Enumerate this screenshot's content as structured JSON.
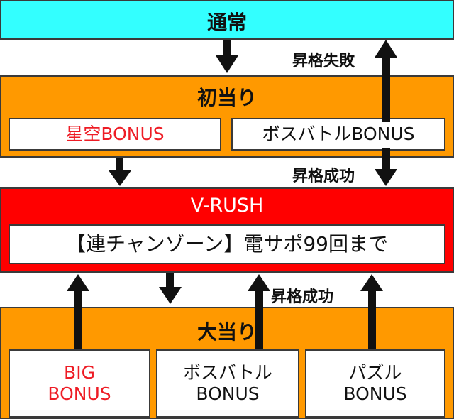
{
  "colors": {
    "normal_bg": "#33ffff",
    "hit_bg": "#ff9900",
    "rush_bg": "#ff0000",
    "red_text": "#ee1c25"
  },
  "normal": {
    "title": "通常"
  },
  "first_hit": {
    "title": "初当り",
    "items": [
      "星空BONUS",
      "ボスバトルBONUS"
    ]
  },
  "vrush": {
    "title": "V-RUSH",
    "description": "【連チャンゾーン】電サポ99回まで"
  },
  "big_hit": {
    "title": "大当り",
    "items": [
      {
        "line1": "BIG",
        "line2": "BONUS"
      },
      {
        "line1": "ボスバトル",
        "line2": "BONUS"
      },
      {
        "line1": "パズル",
        "line2": "BONUS"
      }
    ]
  },
  "labels": {
    "upgrade_fail": "昇格失敗",
    "upgrade_success_top": "昇格成功",
    "upgrade_success_bottom": "昇格成功"
  }
}
